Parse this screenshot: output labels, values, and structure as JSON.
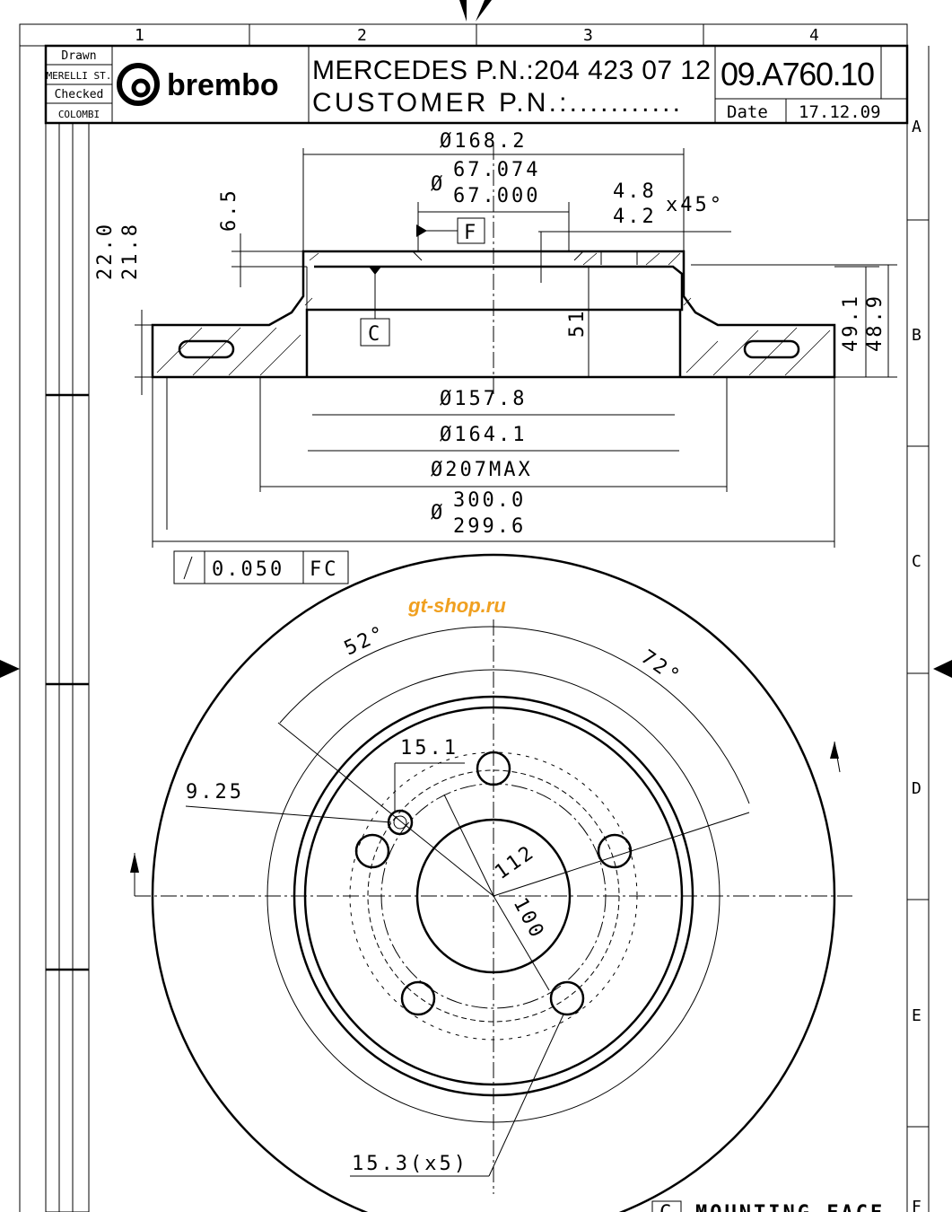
{
  "grid": {
    "columns": [
      "1",
      "2",
      "3",
      "4"
    ],
    "rows": [
      "A",
      "B",
      "C",
      "D",
      "E",
      "F"
    ]
  },
  "title_block": {
    "drawn_label": "Drawn",
    "drawn_by": "MERELLI ST.",
    "checked_label": "Checked",
    "checked_by": "COLOMBI",
    "brand": "brembo",
    "oem_line": "MERCEDES P.N.:204 423 07 12",
    "customer_line": "CUSTOMER P.N.:...........",
    "part_number": "09.A760.10",
    "date_label": "Date",
    "date": "17.12.09"
  },
  "section_view": {
    "d_168": "Ø168.2",
    "d_67_max": "67.074",
    "d_67_min": "67.000",
    "chamfer_a": "4.8",
    "chamfer_b": "4.2",
    "chamfer_angle": "x45°",
    "dim_6_5": "6.5",
    "dim_22_0": "22.0",
    "dim_21_8": "21.8",
    "datum_f": "F",
    "datum_c": "C",
    "dim_51": "51",
    "dim_49_1": "49.1",
    "dim_48_9": "48.9",
    "d_157": "Ø157.8",
    "d_164": "Ø164.1",
    "d_207": "Ø207MAX",
    "d_300": "300.0",
    "d_299": "299.6",
    "runout_value": "0.050",
    "runout_datum": "FC"
  },
  "front_view": {
    "angle_52": "52°",
    "angle_72": "72°",
    "dim_15_1": "15.1",
    "dim_9_25": "9.25",
    "pcd_112": "112",
    "pcd_100": "100",
    "holes": "15.3(x5)",
    "note_datum": "C",
    "note": "MOUNTING FACE"
  },
  "watermark": "gt-shop.ru"
}
